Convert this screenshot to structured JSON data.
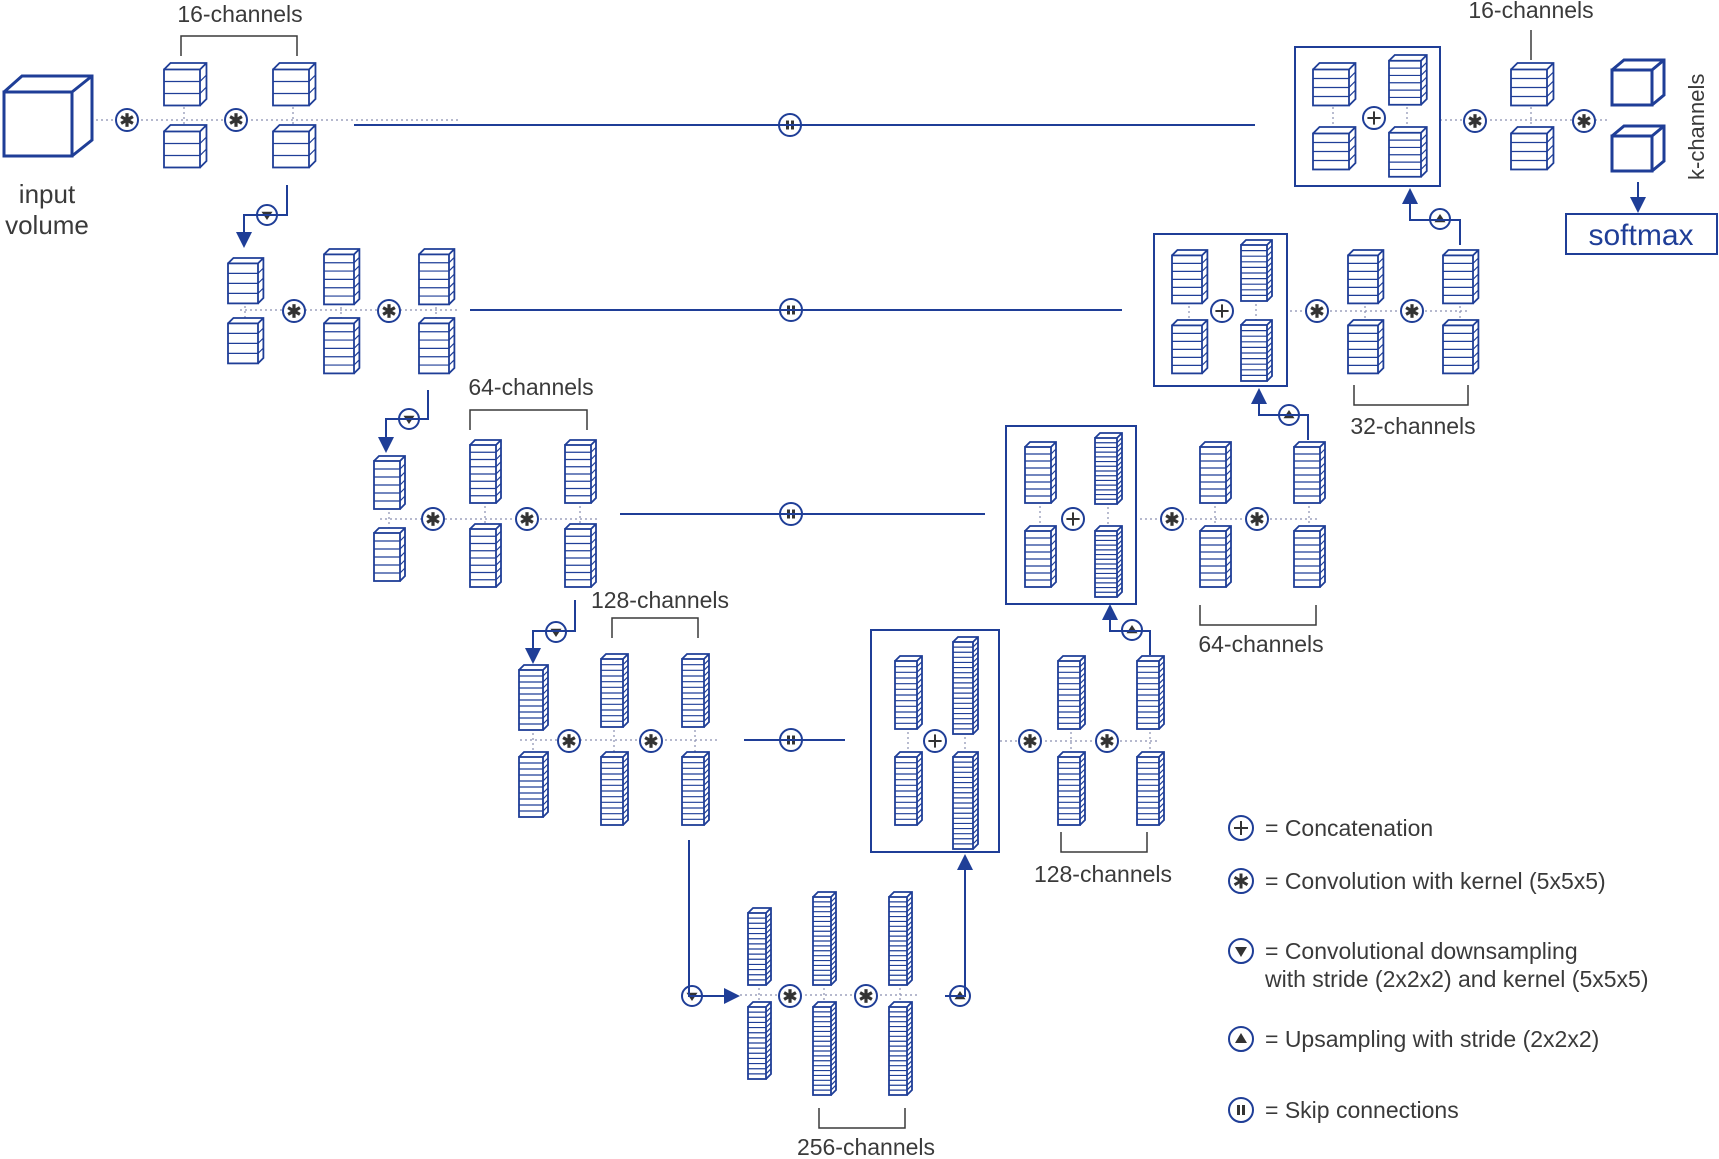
{
  "diagram": {
    "input_label_line1": "input",
    "input_label_line2": "volume",
    "softmax_label": "softmax",
    "k_channels_label": "k-channels",
    "channel_labels": {
      "enc1": "16-channels",
      "dec1": "16-channels",
      "enc3": "64-channels",
      "enc4": "128-channels",
      "dec2": "32-channels",
      "dec3": "64-channels",
      "dec4": "128-channels",
      "bottom": "256-channels"
    },
    "legend": [
      {
        "icon": "plus-icon",
        "text": "= Concatenation"
      },
      {
        "icon": "asterisk-icon",
        "text": "= Convolution with kernel (5x5x5)"
      },
      {
        "icon": "down-triangle-icon",
        "text": "= Convolutional downsampling"
      },
      {
        "icon": "",
        "text": "with stride (2x2x2) and kernel (5x5x5)"
      },
      {
        "icon": "up-triangle-icon",
        "text": "= Upsampling with stride (2x2x2)"
      },
      {
        "icon": "pause-icon",
        "text": "= Skip connections"
      }
    ],
    "colors": {
      "primary": "#1f3e97",
      "text": "#3a3a3a",
      "dotted": "#8a8fb0"
    }
  }
}
